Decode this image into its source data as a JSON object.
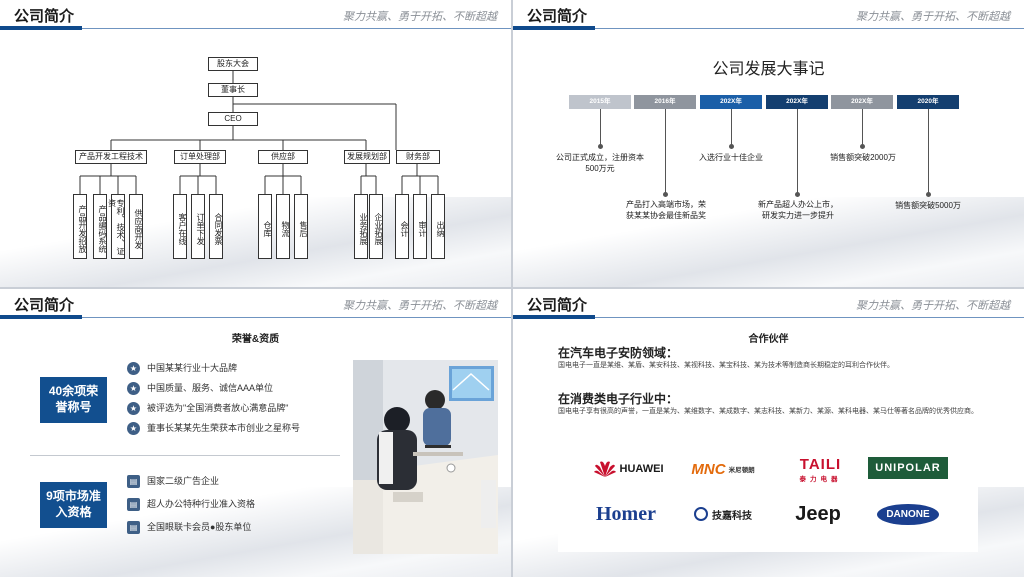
{
  "header": {
    "title": "公司简介",
    "slogan": "聚力共赢、勇于开拓、不断超越"
  },
  "org": {
    "shareholders": "股东大会",
    "board": "董事长",
    "ceo": "CEO",
    "departments": [
      "产品开发工程技术",
      "订单处理部",
      "供应部",
      "发展规划部",
      "财务部"
    ],
    "subunits": {
      "product": [
        "产品开发招放",
        "产品编码系统",
        "专利、技术、证资",
        "供应商开发"
      ],
      "order": [
        "客户在线",
        "订单下发",
        "合同发票"
      ],
      "supply": [
        "仓库",
        "物流",
        "售后"
      ],
      "planning": [
        "业务拓展",
        "企业拓展"
      ],
      "finance": [
        "会计",
        "审计",
        "出纳"
      ]
    }
  },
  "timeline": {
    "title": "公司发展大事记",
    "years": [
      "2015年",
      "2016年",
      "202X年",
      "202X年",
      "202X年",
      "2020年"
    ],
    "year_colors": [
      "#bfc4cc",
      "#8f959e",
      "#1b5fa8",
      "#143f70",
      "#8f959e",
      "#143f70"
    ],
    "events": [
      "公司正式成立，注册资本500万元",
      "产品打入高端市场，荣获某某协会最佳新品奖",
      "入选行业十佳企业",
      "新产品超人办公上市，研发实力进一步提升",
      "销售额突破2000万",
      "销售额突破5000万"
    ]
  },
  "honors": {
    "title": "荣誉&资质",
    "badge1": "40余项荣誉称号",
    "badge2": "9项市场准入资格",
    "list1": [
      "中国某某行业十大品牌",
      "中国质量、服务、诚信AAA单位",
      "被评选为\"全国消费者放心满意品牌\"",
      "董事长某某先生荣获本市创业之星称号"
    ],
    "list2": [
      "国家二级广告企业",
      "超人办公特种行业准入资格",
      "全国眼联卡会员●股东单位"
    ]
  },
  "partners": {
    "title": "合作伙伴",
    "auto_head": "在汽车电子安防领域：",
    "auto_text": "国电电子一直是某维、某盾、某安科技、某视科技、某宝科技、某为技术等制造商长期稳定的耳利合作伙伴。",
    "consumer_head": "在消费类电子行业中：",
    "consumer_text": "国电电子享有很高的声誉，一直是某为、某维数字、某成数字、某志科技、某新力、某源、某科电器、某马仕等著名品牌的优秀供应商。",
    "logos": [
      "HUAWEI",
      "MNC",
      "米尼顿朗",
      "TAILI",
      "泰力电器",
      "UNIPOLAR",
      "Homer",
      "技嘉科技",
      "Jeep",
      "DANONE"
    ],
    "logo_colors": {
      "huawei": "#c8102e",
      "mnc": "#e36b0d",
      "taili": "#c8102e",
      "unipolar": "#1e5c3a",
      "homer": "#1b3f8f",
      "jeep": "#1a1a1a",
      "danone": "#1b3f8f"
    }
  }
}
